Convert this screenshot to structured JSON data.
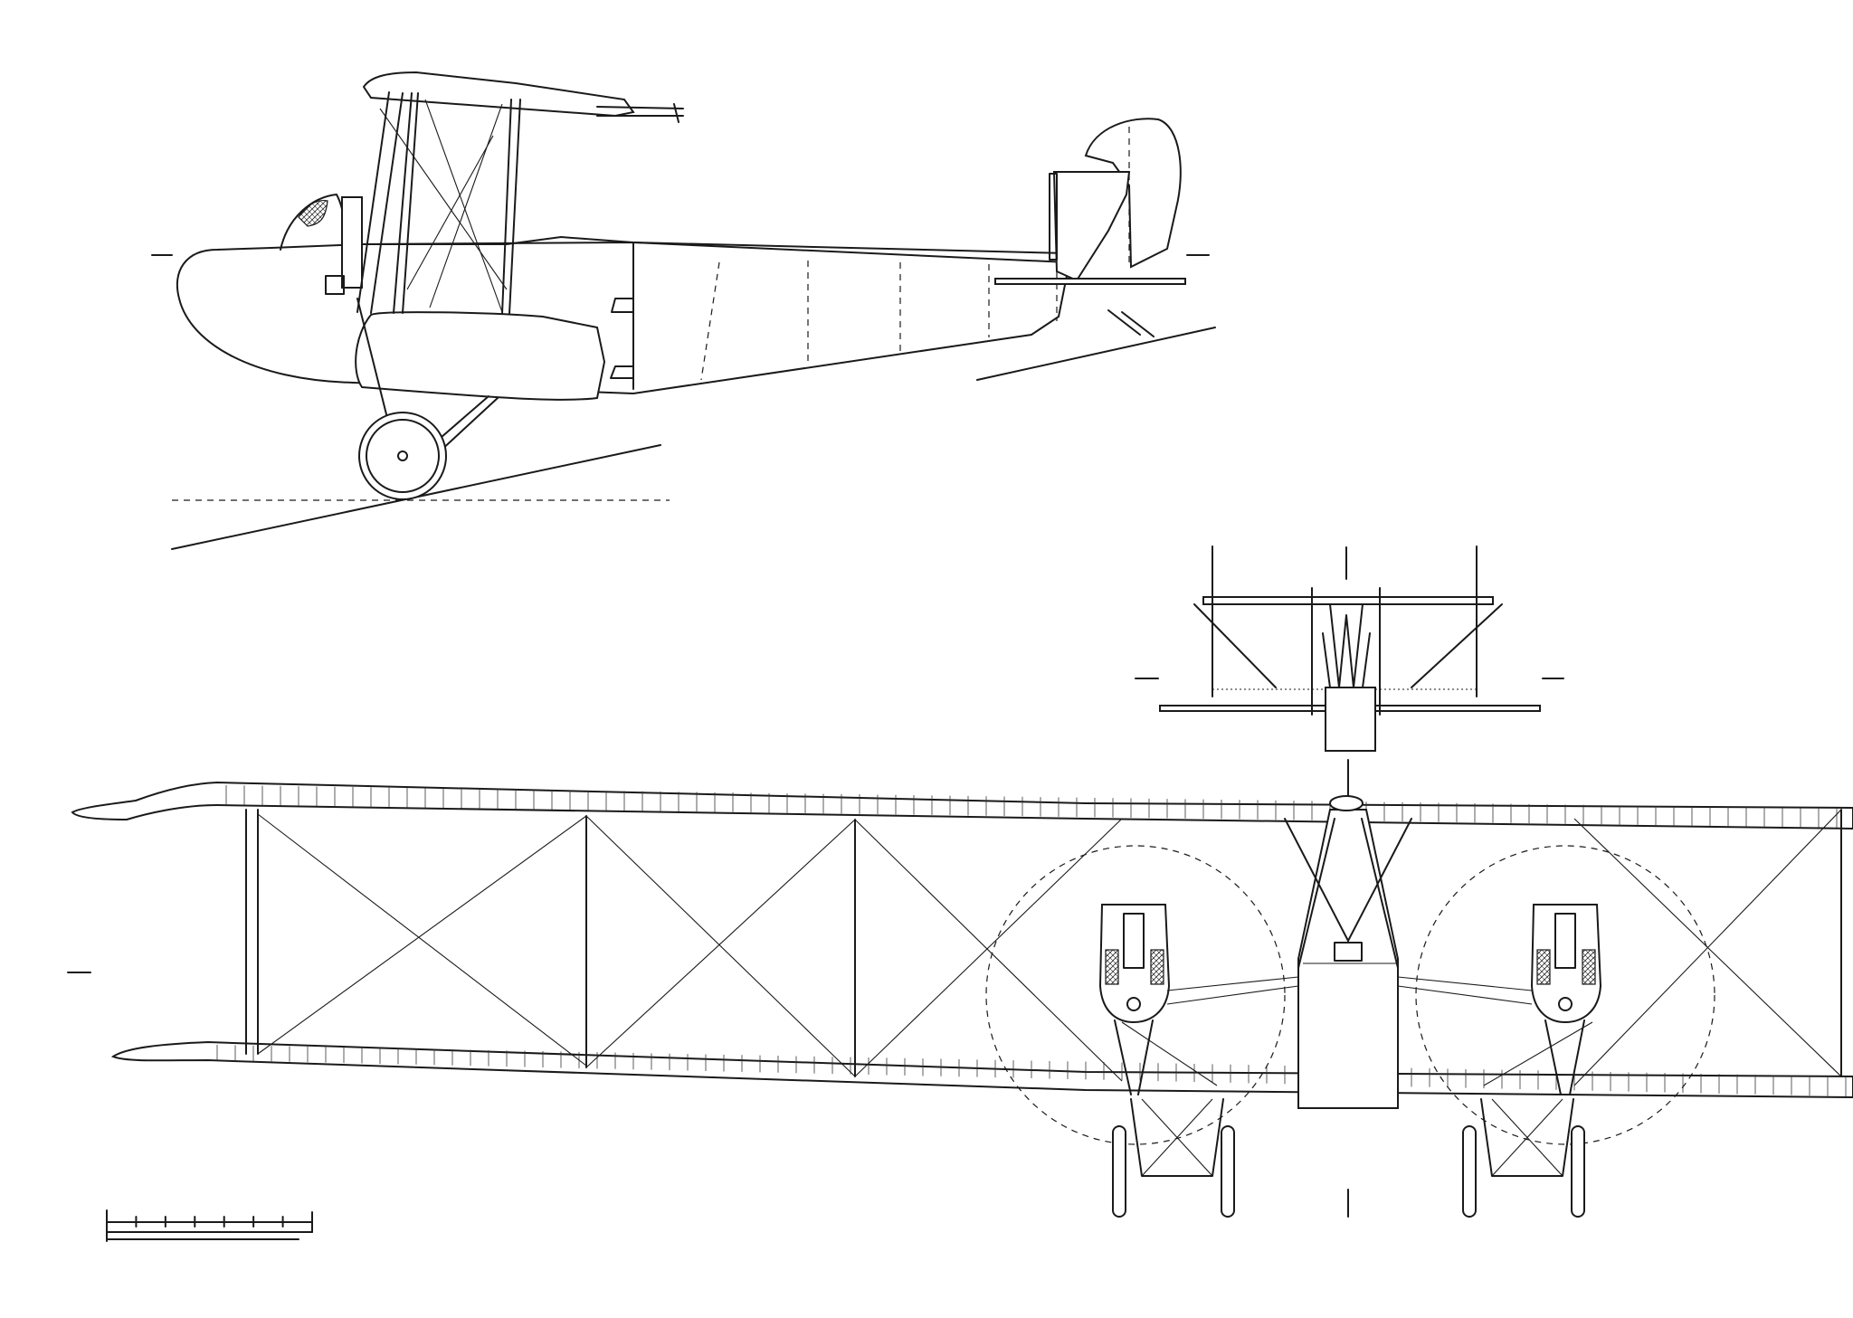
{
  "drawing": {
    "views": [
      "side-elevation",
      "front-elevation",
      "plan-view"
    ],
    "colors": {
      "line": "#1a1a1a",
      "background": "#ffffff"
    }
  },
  "scale_bar": {
    "segments": 7
  }
}
